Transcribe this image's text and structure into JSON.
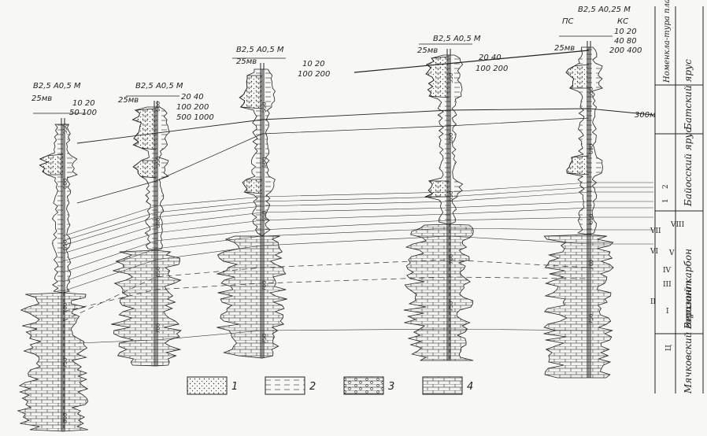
{
  "wells": [
    {
      "probe": "В2,5 А0,5 М",
      "sp_scale": "25мв",
      "res_top": "10  20",
      "res_bot": "50 100",
      "depths": [
        "550",
        "600",
        "650",
        "700",
        "750",
        "800"
      ]
    },
    {
      "probe": "В2,5 А0,5 М",
      "sp_scale": "25мв",
      "res_top": "20  40",
      "res_bot": "100 200",
      "res_bot2": "500 1000",
      "depths": [
        "600",
        "550",
        "600",
        "650",
        "700"
      ]
    },
    {
      "probe": "В2,5 А0,5 М",
      "sp_scale": "25мв",
      "res_top": "10  20",
      "res_bot": "100 200",
      "depths": [
        "550",
        "600",
        "650",
        "700",
        "750"
      ]
    },
    {
      "probe": "В2,5 А0,5 М",
      "sp_scale": "25мв",
      "res_top": "20  40",
      "res_bot": "100 200",
      "depths": [
        "550",
        "600",
        "650",
        "700",
        "750"
      ]
    },
    {
      "probe": "В2,5 А0,25 М",
      "sp_scale": "25мв",
      "pc_label": "ПС",
      "kc_label": "КС",
      "res_top": "10  20",
      "res_mid": "40  80",
      "res_bot": "200 400",
      "depths": [
        "550",
        "600",
        "650",
        "700",
        "750"
      ]
    }
  ],
  "depth_marker": "300м",
  "strat_column": {
    "header": "Номенкла-тура пластов",
    "units": [
      {
        "name": "Батский ярус"
      },
      {
        "name": "Байосский ярус"
      },
      {
        "name": "Верхний карбон"
      },
      {
        "name": "Мячковский горизонт"
      }
    ],
    "bajocian_beds": [
      "1",
      "2"
    ],
    "roman_beds": [
      "VIII",
      "VII",
      "VI",
      "V",
      "IV",
      "III",
      "II",
      "I"
    ],
    "miachkovo_index": "Ц"
  },
  "legend": [
    {
      "index": "1",
      "pattern": "dots"
    },
    {
      "index": "2",
      "pattern": "dashes"
    },
    {
      "index": "3",
      "pattern": "nodules"
    },
    {
      "index": "4",
      "pattern": "bricks"
    }
  ]
}
